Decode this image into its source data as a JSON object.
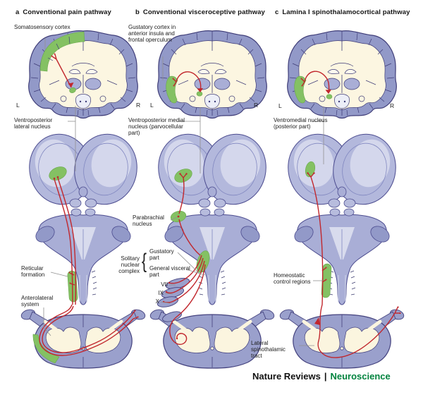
{
  "figure": {
    "panels": [
      {
        "letter": "a",
        "title": "Conventional pain pathway",
        "labels": {
          "cortex": "Somatosensory cortex",
          "left": "L",
          "right": "R",
          "thalamic_nucleus": "Ventroposterior lateral nucleus",
          "reticular": "Reticular formation",
          "anterolateral": "Anterolateral system"
        }
      },
      {
        "letter": "b",
        "title": "Conventional visceroceptive pathway",
        "labels": {
          "cortex": "Gustatory cortex in anterior insula and frontal operculum",
          "left": "L",
          "right": "R",
          "thalamic_nucleus": "Ventroposterior medial nucleus (parvocellular part)",
          "parabrachial": "Parabrachial nucleus",
          "solitary": "Solitary nuclear complex",
          "solitary_bracket": "{",
          "gustatory_part": "Gustatory part",
          "general_visceral_part": "General visceral part",
          "cn7": "VII",
          "cn9": "IX",
          "cn10": "X"
        }
      },
      {
        "letter": "c",
        "title": "Lamina I spinothalamocortical pathway",
        "labels": {
          "left": "L",
          "right": "R",
          "thalamic_nucleus": "Ventromedial nucleus (posterior part)",
          "homeostatic": "Homeostatic control regions",
          "lateral_spinothalamic": "Lateral spinothalamic tract"
        }
      }
    ],
    "footer": {
      "journal": "Nature Reviews",
      "separator": "|",
      "section": "Neuroscience"
    },
    "colors": {
      "highlight_green": "#84c163",
      "pathway_red": "#c1272d",
      "brain_lavender": "#9299c8",
      "interior_cream": "#fcf6e1",
      "footer_green": "#00833e"
    }
  }
}
